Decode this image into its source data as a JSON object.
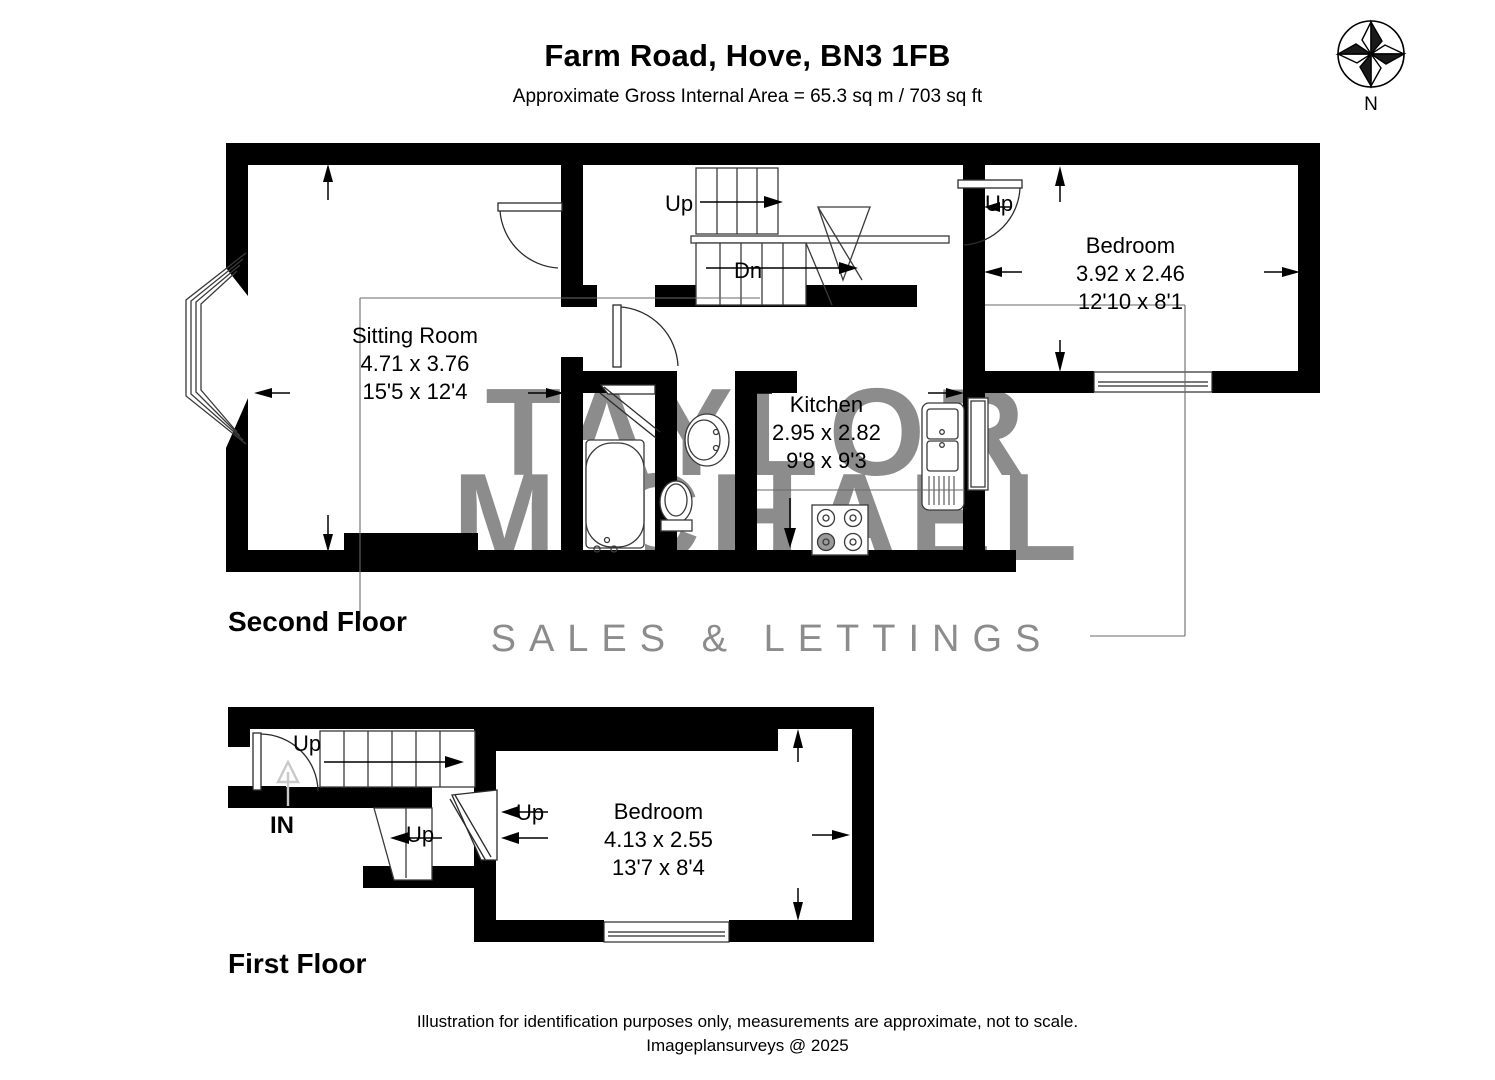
{
  "header": {
    "title": "Farm Road, Hove, BN3 1FB",
    "subtitle": "Approximate Gross Internal Area = 65.3 sq m / 703 sq ft"
  },
  "compass": {
    "icon": "compass-rose-icon",
    "north_label": "N"
  },
  "watermark": {
    "line1": "TAYLOR",
    "line2": "MICHAEL",
    "line3": "SALES & LETTINGS",
    "color": "#8c8c8c"
  },
  "floors": [
    {
      "id": "second-floor",
      "label": "Second Floor",
      "rooms": [
        {
          "name": "Sitting Room",
          "metric": "4.71 x 3.76",
          "imperial": "15'5 x 12'4"
        },
        {
          "name": "Kitchen",
          "metric": "2.95 x 2.82",
          "imperial": "9'8 x 9'3"
        },
        {
          "name": "Bedroom",
          "metric": "3.92 x 2.46",
          "imperial": "12'10 x 8'1"
        }
      ],
      "stair_labels": [
        {
          "text": "Up"
        },
        {
          "text": "Dn"
        },
        {
          "text": "Up"
        }
      ]
    },
    {
      "id": "first-floor",
      "label": "First Floor",
      "rooms": [
        {
          "name": "Bedroom",
          "metric": "4.13 x 2.55",
          "imperial": "13'7 x 8'4"
        }
      ],
      "stair_labels": [
        {
          "text": "Up"
        },
        {
          "text": "Up"
        },
        {
          "text": "Up"
        }
      ],
      "entrance_label": "IN"
    }
  ],
  "footer": {
    "line1": "Illustration for identification purposes only, measurements are approximate, not to scale.",
    "line2": "Imageplansurveys @ 2025"
  },
  "colors": {
    "wall": "#000000",
    "text": "#000000",
    "background": "#ffffff",
    "watermark": "#8c8c8c",
    "thin_line": "#555555"
  }
}
